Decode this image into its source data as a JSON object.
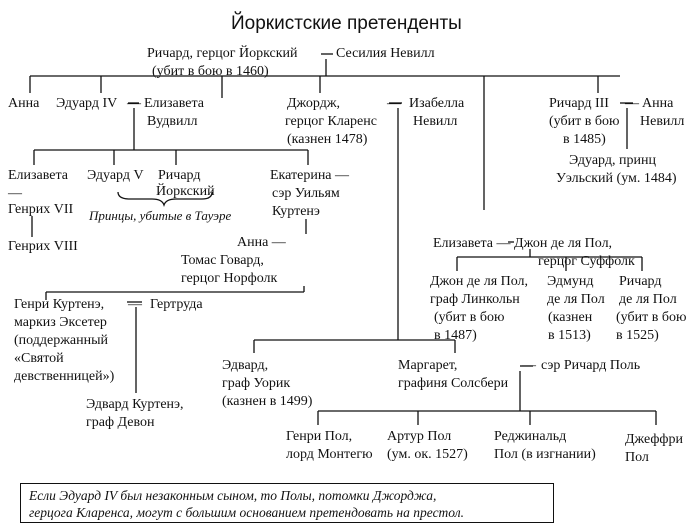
{
  "title": "Йоркистские претенденты",
  "people": {
    "richard_york": [
      "Ричард, герцог Йоркский",
      "(убит в бою в 1460)"
    ],
    "cecily": "Сесилия Невилл",
    "anna_1": "Анна",
    "edward_iv": "Эдуард IV",
    "elizabeth_woodville": [
      "Елизавета",
      "Вудвилл"
    ],
    "george": [
      "Джордж,",
      "герцог Кларенс",
      "(казнен 1478)"
    ],
    "isabella": [
      "Изабелла",
      "Невилл"
    ],
    "richard_iii": [
      "Ричард III",
      "(убит в бою",
      "в 1485)"
    ],
    "anna_neville": [
      "Анна",
      "Невилл"
    ],
    "edward_wales": [
      "Эдуард, принц",
      "Уэльский (ум. 1484)"
    ],
    "elizabeth_york": [
      "Елизавета",
      "—",
      "Генрих VII"
    ],
    "henry_viii": "Генрих VIII",
    "edward_v": "Эдуард V",
    "richard_prince": [
      "Ричард",
      "Йоркский"
    ],
    "princes_note": "Принцы, убитые в Тауэре",
    "catherine": [
      "Екатерина —",
      "сэр Уильям",
      "Куртенэ"
    ],
    "anne_howard": [
      "Анна —",
      "Томас Говард,",
      "герцог Норфолк"
    ],
    "elizabeth_suffolk": "Елизавета — Джон де ля Пол,",
    "suffolk_title": "герцог Суффолк",
    "john_lincoln": [
      "Джон де ля Пол,",
      "граф Линкольн",
      "(убит в бою",
      "в 1487)"
    ],
    "edmund": [
      "Эдмунд",
      "де ля Пол",
      "(казнен",
      "в 1513)"
    ],
    "richard_pole_dlp": [
      "Ричард",
      "де ля Пол",
      "(убит в бою",
      "в 1525)"
    ],
    "henry_courtenay": [
      "Генри Куртенэ,",
      "маркиз Эксетер",
      "(поддержанный",
      "«Святой",
      "девственницей»)"
    ],
    "gertrude": "Гертруда",
    "edward_courtenay": [
      "Эдвард Куртенэ,",
      "граф Девон"
    ],
    "edward_warwick": [
      "Эдвард,",
      "граф Уорик",
      "(казнен в 1499)"
    ],
    "margaret": [
      "Маргарет,",
      "графиня Солсбери"
    ],
    "richard_pole": "сэр Ричард Поль",
    "henry_pole": [
      "Генри Пол,",
      "лорд Монтегю"
    ],
    "arthur_pole": [
      "Артур Пол",
      "(ум. ок. 1527)"
    ],
    "reginald_pole": [
      "Реджинальд",
      "Пол (в изгнании)"
    ],
    "geoffrey_pole": [
      "Джеффри",
      "Пол"
    ]
  },
  "note": [
    "Если Эдуард IV был незаконным сыном, то Полы, потомки Джорджа,",
    "герцога Кларенса, могут с большим основанием претендовать на престол."
  ]
}
